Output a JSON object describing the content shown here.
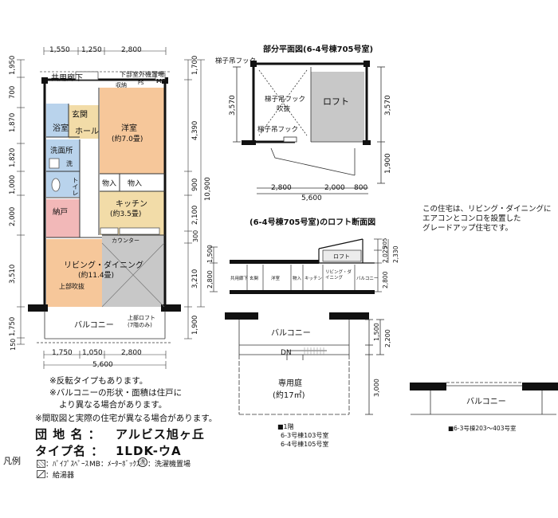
{
  "main_plan": {
    "top_dims": [
      "1,550",
      "1,250",
      "2,800"
    ],
    "bottom_dims": [
      "1,750",
      "1,050",
      "2,800"
    ],
    "total_width": "5,600",
    "left_dims": [
      "1,950",
      "700",
      "1,870",
      "1,820",
      "1,000",
      "2,000",
      "3,510",
      "1,750",
      "150"
    ],
    "right_dims": [
      "1,700",
      "4,390",
      "900",
      "2,100",
      "300",
      "3,210",
      "1,900"
    ],
    "total_height": "10,900",
    "rooms": {
      "corridor": "共用廊下",
      "pipe_label": "下部室外機置場",
      "ps": "PS",
      "mb": "MB",
      "storage_top": "収納",
      "entrance": "玄関",
      "bath": "浴室",
      "hall": "ホール",
      "western": "洋室",
      "western_size": "(約7.0畳)",
      "wash": "洗面所",
      "washer": "洗",
      "toilet": "トイレ",
      "closet1": "物入",
      "closet2": "物入",
      "pantry": "納戸",
      "kitchen": "キッチン",
      "kitchen_size": "(約3.5畳)",
      "counter": "カウンター",
      "living": "リビング・ダイニング",
      "living_size": "(約11.4畳)",
      "atrium": "上部吹抜",
      "balcony": "バルコニー",
      "loft_note_1": "上部ロフト",
      "loft_note_2": "(7階のみ)"
    }
  },
  "partial_plan": {
    "title": "部分平面図(6-4号棟705号室)",
    "hook_top": "梯子吊フック",
    "hook_mid_1": "梯子吊フック",
    "hook_mid_2": "吹抜",
    "hook_bottom": "梯子吊フック",
    "loft": "ロフト",
    "left_dim": "3,570",
    "right_dims": [
      "3,570",
      "1,900"
    ],
    "bottom_dims": [
      "2,800",
      "2,000",
      "800"
    ],
    "total": "5,600"
  },
  "section": {
    "title": "(6-4号棟705号室)のロフト断面図",
    "loft": "ロフト",
    "labels": [
      "共用廊下",
      "玄関",
      "洋室",
      "物入",
      "キッチン",
      "リビング・ダイニング",
      "バルコニー"
    ],
    "left_dims": [
      "1,500",
      "2,800"
    ],
    "right_dims": [
      "305",
      "2,025",
      "2,330",
      "2,800"
    ]
  },
  "garden": {
    "balcony": "バルコニー",
    "dn": "DN",
    "garden": "専用庭",
    "garden_size": "(約17㎡)",
    "dims": [
      "1,500",
      "2,200",
      "3,000"
    ],
    "caption_title": "■1階",
    "caption_lines": [
      "6-3号棟103号室",
      "6-4号棟105号室"
    ]
  },
  "small_balcony": {
    "label": "バルコニー",
    "caption": "■6-3号棟203～403号室"
  },
  "info": {
    "grade_up": [
      "この住宅は、リビング・ダイニングに",
      "エアコンとコンロを設置した",
      "グレードアップ住宅です。"
    ]
  },
  "notes": [
    "※反転タイプもあります。",
    "※バルコニーの形状・面積は住戸に",
    "より異なる場合があります。",
    "※間取図と実際の住宅が異なる場合があります。"
  ],
  "estate": {
    "name_label": "団 地 名 ：",
    "name": "アルビス旭ヶ丘",
    "type_label": "タイプ名 ：",
    "type": "1LDK-ウA"
  },
  "legend": {
    "title": "凡例",
    "pipe": "：ﾊﾟｲﾌﾟｽﾍﾟｰｽ",
    "mb": "MB：ﾒｰﾀｰﾎﾞｯｸｽ",
    "washer_symbol": "洗",
    "washer": "：洗濯機置場",
    "heater": "：給湯器"
  }
}
